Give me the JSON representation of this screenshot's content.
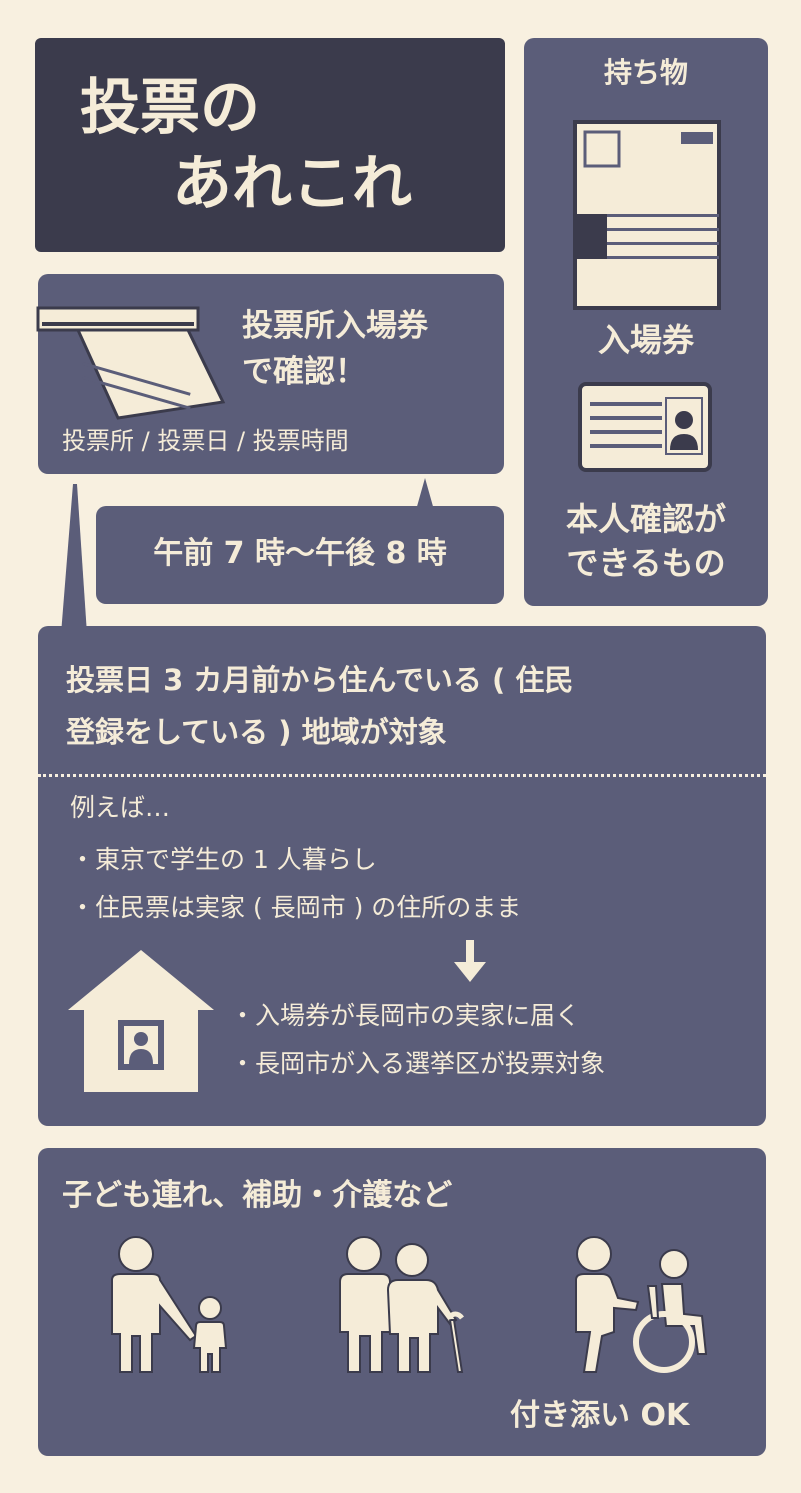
{
  "title": {
    "line1": "投票の",
    "line2": "あれこれ"
  },
  "belongings": {
    "heading": "持ち物",
    "ticket_label": "入場券",
    "id_line1": "本人確認が",
    "id_line2": "できるもの"
  },
  "ticket_confirm": {
    "line1": "投票所入場券",
    "line2": "で確認！",
    "detail": "投票所 / 投票日 / 投票時間"
  },
  "hours": "午前 7 時〜午後 8 時",
  "eligibility": {
    "line1": "投票日 3 カ月前から住んでいる ( 住民",
    "line2": "登録をしている ) 地域が対象"
  },
  "example": {
    "intro": "例えば…",
    "bullet1": "・東京で学生の 1 人暮らし",
    "bullet2": "・住民票は実家 ( 長岡市 ) の住所のまま",
    "result1": "・入場券が長岡市の実家に届く",
    "result2": "・長岡市が入る選挙区が投票対象"
  },
  "assist": {
    "heading": "子ども連れ、補助・介護など",
    "label": "付き添い OK"
  },
  "colors": {
    "background": "#f8f0e0",
    "panel": "#5b5d79",
    "title_panel": "#3b3b4c",
    "cream": "#f5ecd8"
  }
}
